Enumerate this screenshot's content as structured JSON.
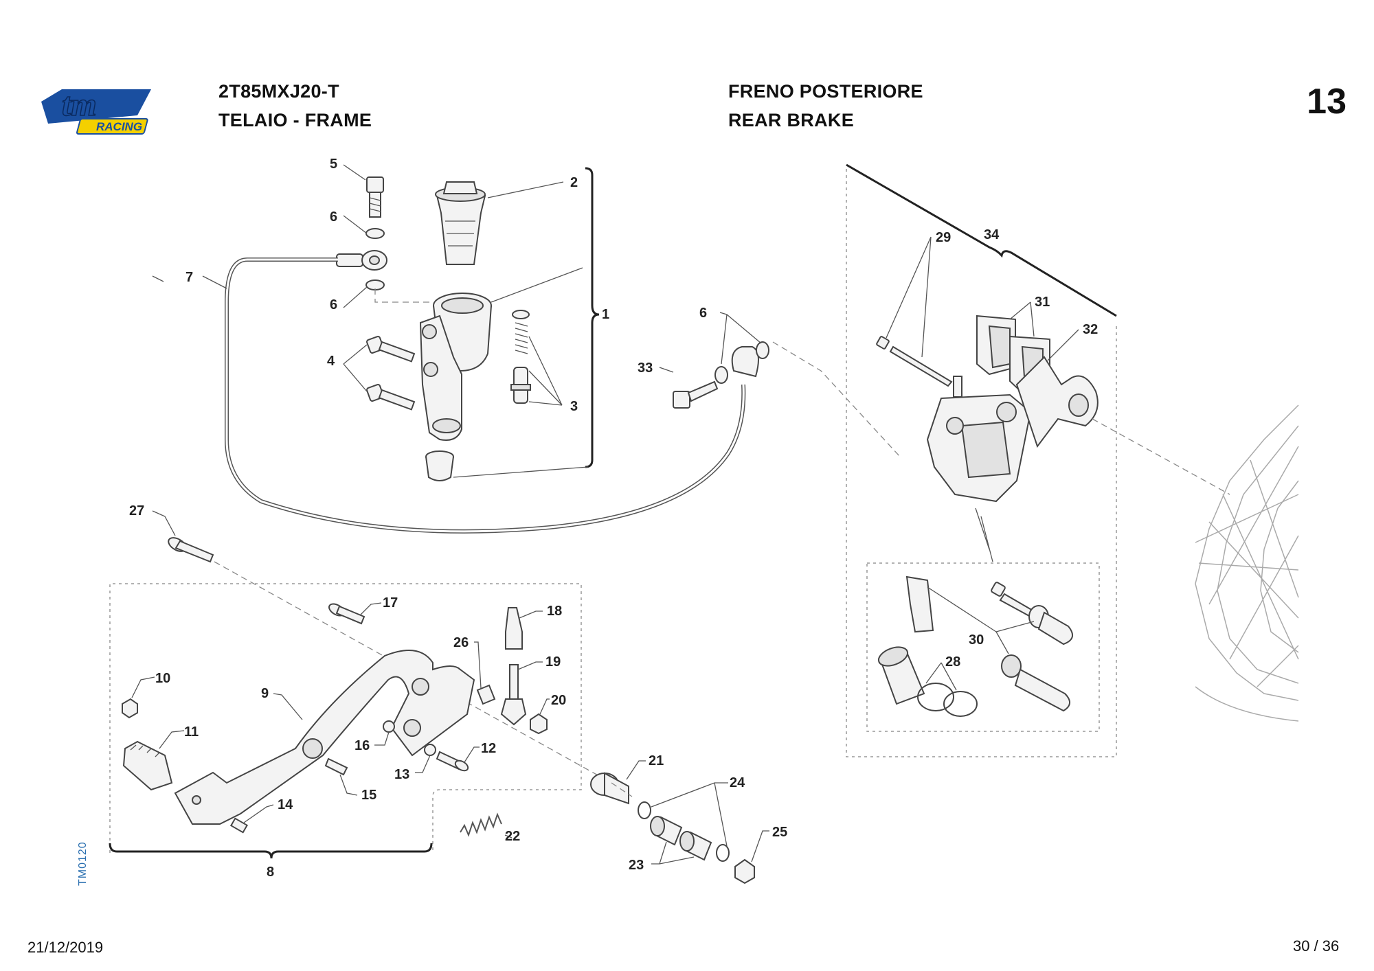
{
  "header": {
    "brand_top": "tm",
    "brand_bottom": "RACING",
    "model": "2T85MXJ20-T",
    "group": "TELAIO - FRAME",
    "section_it": "FRENO POSTERIORE",
    "section_en": "REAR BRAKE",
    "page_section": "13"
  },
  "footer": {
    "date": "21/12/2019",
    "page": "30 / 36",
    "drawing_code": "TM0120"
  },
  "callouts": [
    "1",
    "2",
    "3",
    "4",
    "5",
    "6",
    "6",
    "6",
    "7",
    "8",
    "9",
    "10",
    "11",
    "12",
    "13",
    "14",
    "15",
    "16",
    "17",
    "18",
    "19",
    "20",
    "21",
    "22",
    "23",
    "24",
    "25",
    "26",
    "27",
    "28",
    "29",
    "30",
    "31",
    "32",
    "33",
    "34"
  ],
  "colors": {
    "logo_blue": "#1a4fa0",
    "logo_yellow": "#f4d000",
    "code_blue": "#2a6fb0"
  }
}
